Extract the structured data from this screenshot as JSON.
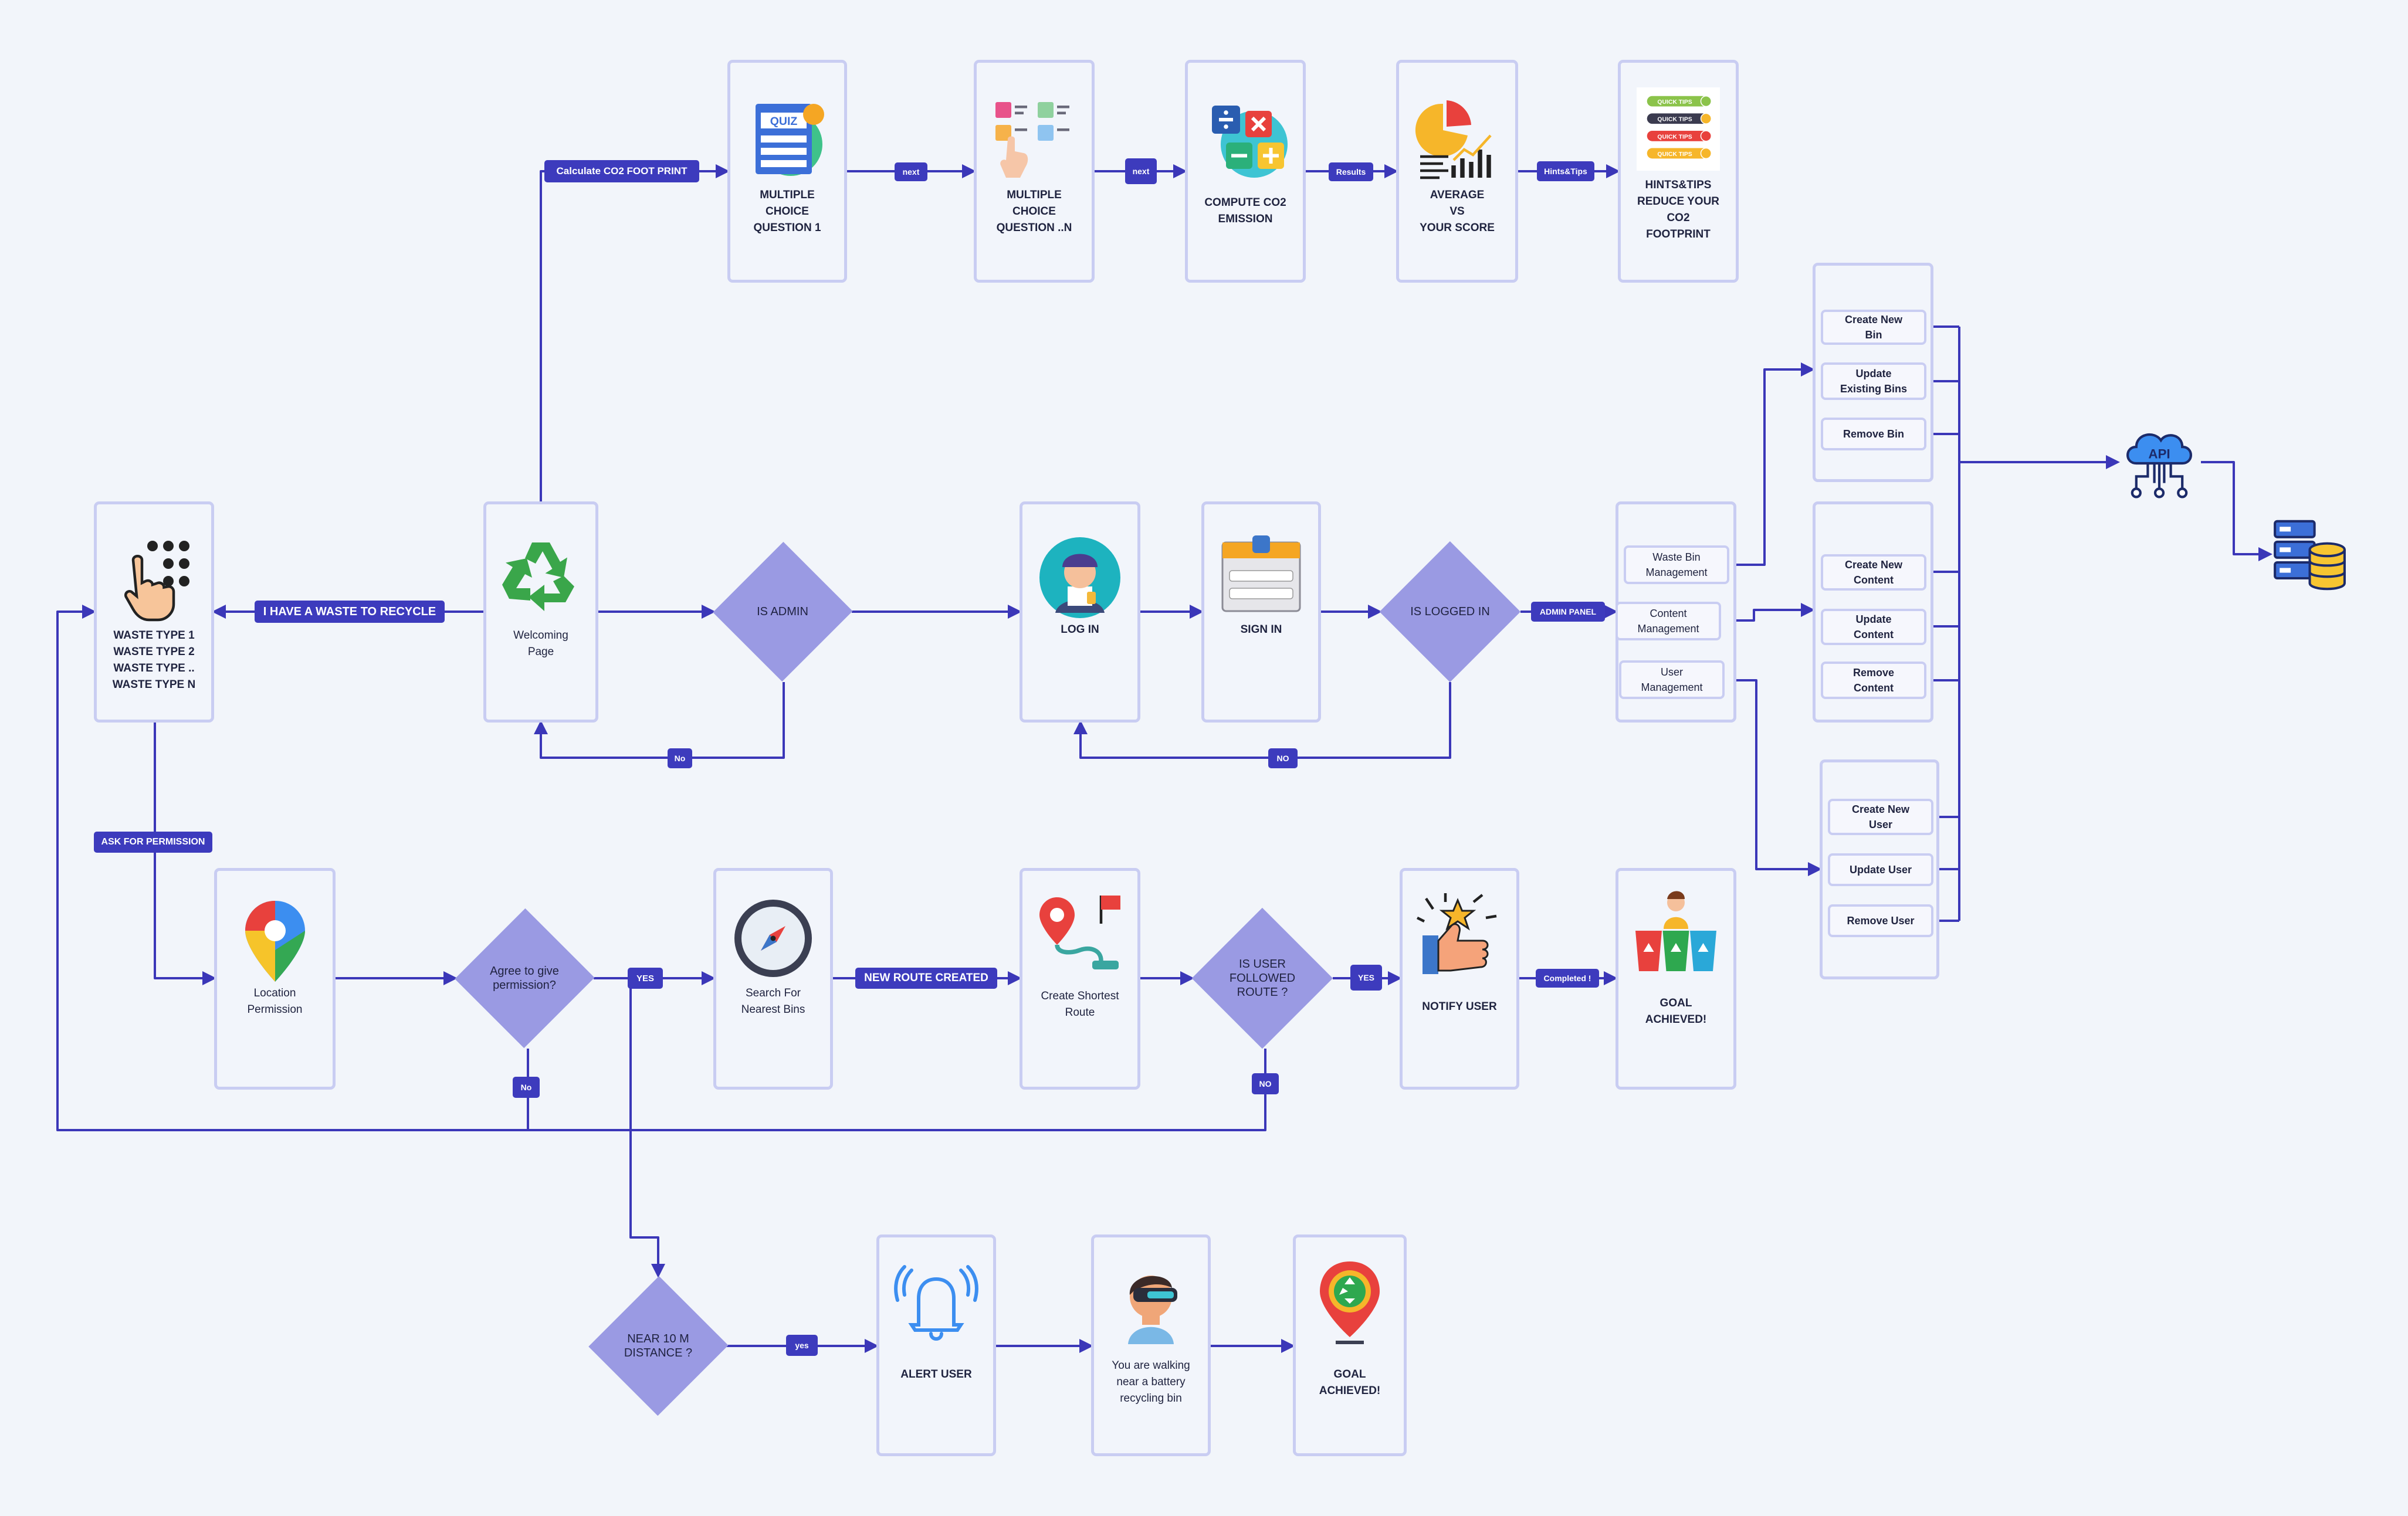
{
  "nodes": {
    "waste_types": "WASTE TYPE 1\nWASTE TYPE 2\nWASTE TYPE ..\nWASTE TYPE N",
    "welcoming": "Welcoming\nPage",
    "login": "LOG IN",
    "signin": "SIGN IN",
    "mcq1": "MULTIPLE\nCHOICE\nQUESTION 1",
    "mcqn": "MULTIPLE\nCHOICE\nQUESTION ..N",
    "compute": "COMPUTE CO2\nEMISSION",
    "average": "AVERAGE\nVS\nYOUR SCORE",
    "hints": "HINTS&TIPS\nREDUCE YOUR\nCO2\nFOOTPRINT",
    "location": "Location\nPermission",
    "search": "Search For\nNearest Bins",
    "shortest": "Create Shortest\nRoute",
    "notify": "NOTIFY USER",
    "goal1": "GOAL\nACHIEVED!",
    "alert": "ALERT USER",
    "walking": "You are walking\nnear a battery\nrecycling bin",
    "goal2": "GOAL\nACHIEVED!"
  },
  "decisions": {
    "is_admin": "IS ADMIN",
    "is_logged_in": "IS LOGGED IN",
    "agree": "Agree to give\npermission?",
    "followed": "IS USER\nFOLLOWED\nROUTE ?",
    "near": "NEAR 10 M\nDISTANCE ?"
  },
  "admin_panel": {
    "waste_bin_mgmt": "Waste Bin\nManagement",
    "content_mgmt": "Content\nManagement",
    "user_mgmt": "User\nManagement"
  },
  "bin_actions": [
    "Create New\nBin",
    "Update\nExisting Bins",
    "Remove Bin"
  ],
  "content_actions": [
    "Create New\nContent",
    "Update\nContent",
    "Remove\nContent"
  ],
  "user_actions": [
    "Create New\nUser",
    "Update User",
    "Remove User"
  ],
  "api_label": "API",
  "hint_tips": [
    "QUICK TIPS",
    "QUICK TIPS",
    "QUICK TIPS",
    "QUICK TIPS"
  ],
  "quiz_badge": "QUIZ",
  "edge_labels": {
    "calc_co2": "Calculate CO2 FOOT PRINT",
    "next1": "next",
    "next2": "next",
    "results": "Results",
    "hints_tips": "Hints&Tips",
    "have_waste": "I HAVE A WASTE TO RECYCLE",
    "no_admin": "No",
    "no_logged": "NO",
    "admin_panel": "ADMIN PANEL",
    "ask_permission": "ASK FOR PERMISSION",
    "yes_permission": "YES",
    "no_permission": "No",
    "new_route": "NEW ROUTE CREATED",
    "yes_followed": "YES",
    "no_followed": "NO",
    "completed": "Completed !",
    "yes_near": "yes"
  },
  "colors": {
    "edge": "#3b37b8",
    "label_bg": "#3d3bbd",
    "decision": "#9a9ae3",
    "node_border": "#c9cdf2",
    "background": "#f2f5fa"
  }
}
